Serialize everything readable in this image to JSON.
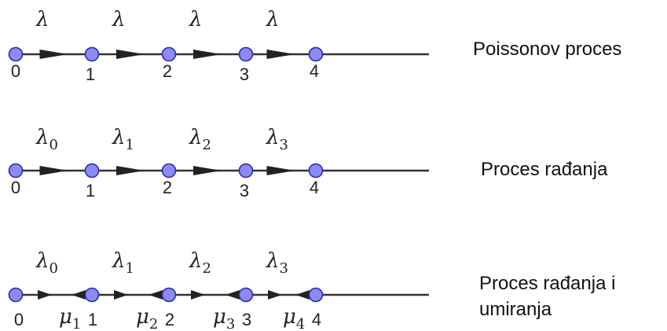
{
  "rows": [
    {
      "title_lines": [
        "Poissonov proces"
      ],
      "rates": [
        {
          "sym": "λ",
          "sub": ""
        },
        {
          "sym": "λ",
          "sub": ""
        },
        {
          "sym": "λ",
          "sub": ""
        },
        {
          "sym": "λ",
          "sub": ""
        }
      ],
      "death_rates": [],
      "states": [
        "0",
        "1",
        "2",
        "3",
        "4"
      ]
    },
    {
      "title_lines": [
        "Proces rađanja"
      ],
      "rates": [
        {
          "sym": "λ",
          "sub": "0"
        },
        {
          "sym": "λ",
          "sub": "1"
        },
        {
          "sym": "λ",
          "sub": "2"
        },
        {
          "sym": "λ",
          "sub": "3"
        }
      ],
      "death_rates": [],
      "states": [
        "0",
        "1",
        "2",
        "3",
        "4"
      ]
    },
    {
      "title_lines": [
        "Proces rađanja i",
        "umiranja"
      ],
      "rates": [
        {
          "sym": "λ",
          "sub": "0"
        },
        {
          "sym": "λ",
          "sub": "1"
        },
        {
          "sym": "λ",
          "sub": "2"
        },
        {
          "sym": "λ",
          "sub": "3"
        }
      ],
      "death_rates": [
        {
          "sym": "μ",
          "sub": "1"
        },
        {
          "sym": "μ",
          "sub": "2"
        },
        {
          "sym": "μ",
          "sub": "3"
        },
        {
          "sym": "μ",
          "sub": "4"
        }
      ],
      "states": [
        "0",
        "1",
        "2",
        "3",
        "4"
      ]
    }
  ],
  "colors": {
    "node_fill": "#8c8cf0",
    "node_stroke": "#2a2ab8",
    "line": "#333333",
    "arrow": "#222222"
  }
}
